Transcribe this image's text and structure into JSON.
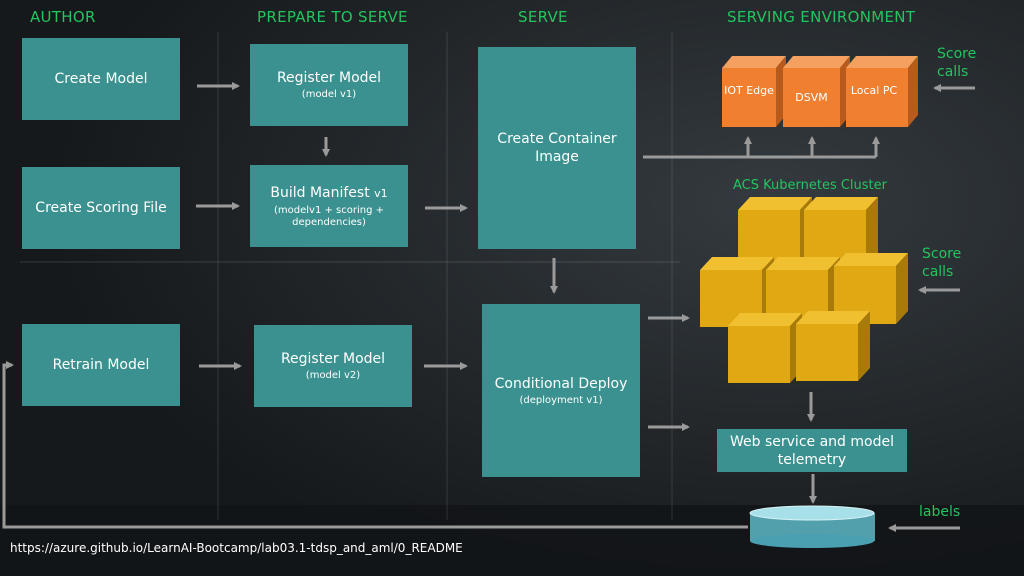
{
  "headers": {
    "author": "AUTHOR",
    "prepare": "PREPARE TO SERVE",
    "serve": "SERVE",
    "environment": "SERVING ENVIRONMENT"
  },
  "boxes": {
    "create_model": {
      "main": "Create Model"
    },
    "create_scoring": {
      "main": "Create Scoring File"
    },
    "retrain_model": {
      "main": "Retrain Model"
    },
    "register_v1": {
      "main": "Register Model",
      "sub": "(model v1)"
    },
    "build_manifest": {
      "main": "Build Manifest",
      "main_suffix": "v1",
      "sub": "(modelv1 + scoring + dependencies)"
    },
    "register_v2": {
      "main": "Register Model",
      "sub": "(model v2)"
    },
    "container_image": {
      "main": "Create Container Image"
    },
    "conditional_deploy": {
      "main": "Conditional Deploy",
      "sub": "(deployment v1)"
    },
    "web_service": {
      "main": "Web service and model telemetry"
    }
  },
  "environment": {
    "cubes": [
      "IOT Edge",
      "DSVM",
      "Local PC"
    ],
    "cluster_label": "ACS Kubernetes Cluster",
    "score_calls_top": "Score calls",
    "score_calls_mid": "Score calls",
    "labels": "labels"
  },
  "colors": {
    "box": "#3a918f",
    "header": "#22c55e",
    "orange_cube": "#f08030",
    "yellow_cube": "#e0a812",
    "arrow": "#9a9a9a"
  },
  "footer_url": "https://azure.github.io/LearnAI-Bootcamp/lab03.1-tdsp_and_aml/0_README"
}
